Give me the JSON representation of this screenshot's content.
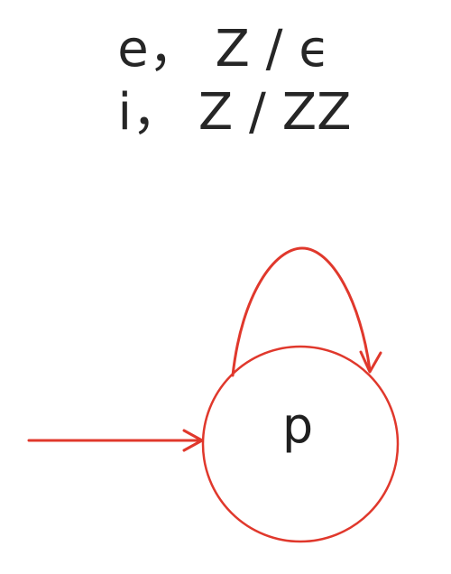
{
  "automaton": {
    "state": {
      "name": "p",
      "is_start": true
    },
    "self_loop": {
      "transitions": [
        "e， Z / ϵ",
        "i， Z / ZZ"
      ]
    },
    "colors": {
      "edge": "#e0382c",
      "text": "#262626",
      "background": "#ffffff"
    }
  }
}
